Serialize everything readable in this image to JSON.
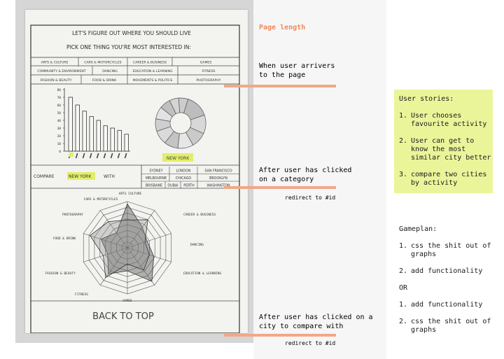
{
  "sketch": {
    "headline": "LET'S FIGURE OUT WHERE YOU SHOULD LIVE",
    "subheadline": "PICK ONE THING YOU'RE MOST INTERESTED IN:",
    "categories_row1": [
      "ARTS & CULTURE",
      "CARS & MOTORCYCLES",
      "CAREER & BUSINESS",
      "GAMES"
    ],
    "categories_row2": [
      "COMMUNITY & ENVIRONMENT",
      "DANCING",
      "EDUCATION & LEARNING",
      "FITNESS"
    ],
    "categories_row3": [
      "FASHION & BEAUTY",
      "FOOD & DRINK",
      "MOVEMENTS & POLITICS",
      "PHOTOGRAPHY"
    ],
    "selected_city": "NEW YORK",
    "compare_prefix": "COMPARE",
    "compare_suffix": "WITH",
    "compare_cities": [
      [
        "SYDNEY",
        "LONDON",
        "SAN FRANCISCO"
      ],
      [
        "MELBOURNE",
        "CHICAGO",
        "BROOKLYN"
      ],
      [
        "BRISBANE",
        "DUBAI",
        "PERTH",
        "WASHINGTON"
      ]
    ],
    "radar_labels": [
      "ARTS CULTURE",
      "CAREER & BUSINESS",
      "DANCING",
      "EDUCATION & LEARNING",
      "GAMES",
      "FITNESS",
      "FASHION & BEAUTY",
      "FOOD & DRINK",
      "PHOTOGRAPHY",
      "CARS & MOTORCYCLES"
    ],
    "back_to_top": "BACK TO TOP"
  },
  "chart_data": [
    {
      "type": "bar",
      "x_tick_labels": [
        "",
        "",
        "",
        "",
        "",
        "",
        "",
        "",
        ""
      ],
      "highlighted_first_tick": true,
      "values": [
        70,
        60,
        52,
        45,
        40,
        33,
        30,
        27,
        22
      ],
      "y_ticks": [
        0,
        10,
        20,
        30,
        40,
        50,
        60,
        70,
        80
      ],
      "ylim": [
        0,
        80
      ],
      "title": "",
      "xlabel": "",
      "ylabel": ""
    },
    {
      "type": "pie",
      "slices": [
        15,
        12,
        10,
        10,
        9,
        9,
        8,
        8,
        7,
        6,
        6
      ],
      "caption": "NEW YORK"
    },
    {
      "type": "radar",
      "axes": [
        "ARTS CULTURE",
        "CAREER & BUSINESS",
        "DANCING",
        "EDUCATION & LEARNING",
        "GAMES",
        "FITNESS",
        "FASHION & BEAUTY",
        "FOOD & DRINK",
        "PHOTOGRAPHY",
        "CARS & MOTORCYCLES"
      ],
      "rings": 8,
      "series": [
        {
          "values": [
            0.95,
            0.55,
            0.45,
            0.6,
            0.9,
            0.5,
            0.7,
            0.45,
            0.6,
            0.4
          ]
        },
        {
          "values": [
            0.6,
            0.75,
            0.4,
            0.5,
            0.6,
            0.35,
            0.8,
            0.55,
            0.85,
            0.7
          ]
        }
      ]
    }
  ],
  "notes": {
    "page_length": "Page length",
    "arrive": "When user arrivers\nto the page",
    "after_category": "After user has clicked\non a category",
    "redirect1": "redirect to #id",
    "after_city": "After user has clicked on a\ncity to compare with",
    "redirect2": "redirect to #id"
  },
  "stories": {
    "title": "User stories:",
    "items": [
      {
        "n": "1.",
        "text": "User chooses favourite activity"
      },
      {
        "n": "2.",
        "text": "User can get to know the most similar city better"
      },
      {
        "n": "3.",
        "text": "compare two cities by activity"
      }
    ]
  },
  "gameplan": {
    "title": "Gameplan:",
    "first": [
      {
        "n": "1.",
        "text": "css the shit out of graphs"
      },
      {
        "n": "2.",
        "text": "add functionality"
      }
    ],
    "or": "OR",
    "second": [
      {
        "n": "1.",
        "text": "add functionality"
      },
      {
        "n": "2.",
        "text": "css the shit out of graphs"
      }
    ]
  },
  "colors": {
    "highlight": "#eaf59a",
    "rule": "#f0a888",
    "accent_text": "#f08a5a"
  }
}
